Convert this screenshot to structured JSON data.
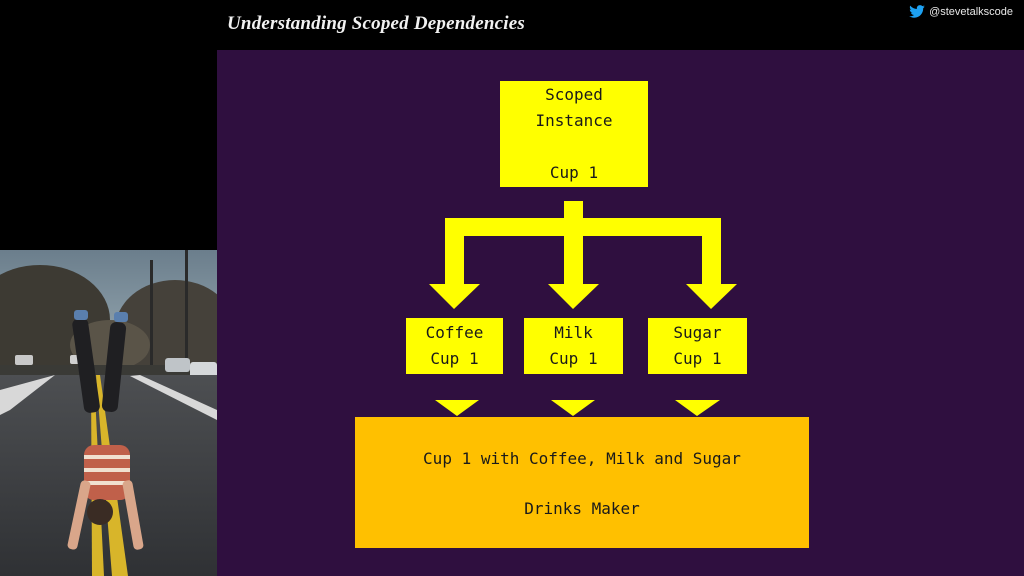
{
  "slide": {
    "title": "Understanding Scoped Dependencies",
    "handle": "@stevetalkscode"
  },
  "icons": {
    "social": "twitter-bird-icon"
  },
  "colors": {
    "background": "#2f0f3f",
    "box": "#ffff00",
    "result_box": "#ffc000",
    "arrow": "#ffff00"
  },
  "diagram": {
    "scoped": {
      "line1": "Scoped",
      "line2": "Instance",
      "line3": "Cup 1"
    },
    "coffee": {
      "name": "Coffee",
      "cup": "Cup 1"
    },
    "milk": {
      "name": "Milk",
      "cup": "Cup 1"
    },
    "sugar": {
      "name": "Sugar",
      "cup": "Cup 1"
    },
    "result": {
      "line1": "Cup 1 with Coffee, Milk and Sugar",
      "line2": "Drinks Maker"
    }
  }
}
